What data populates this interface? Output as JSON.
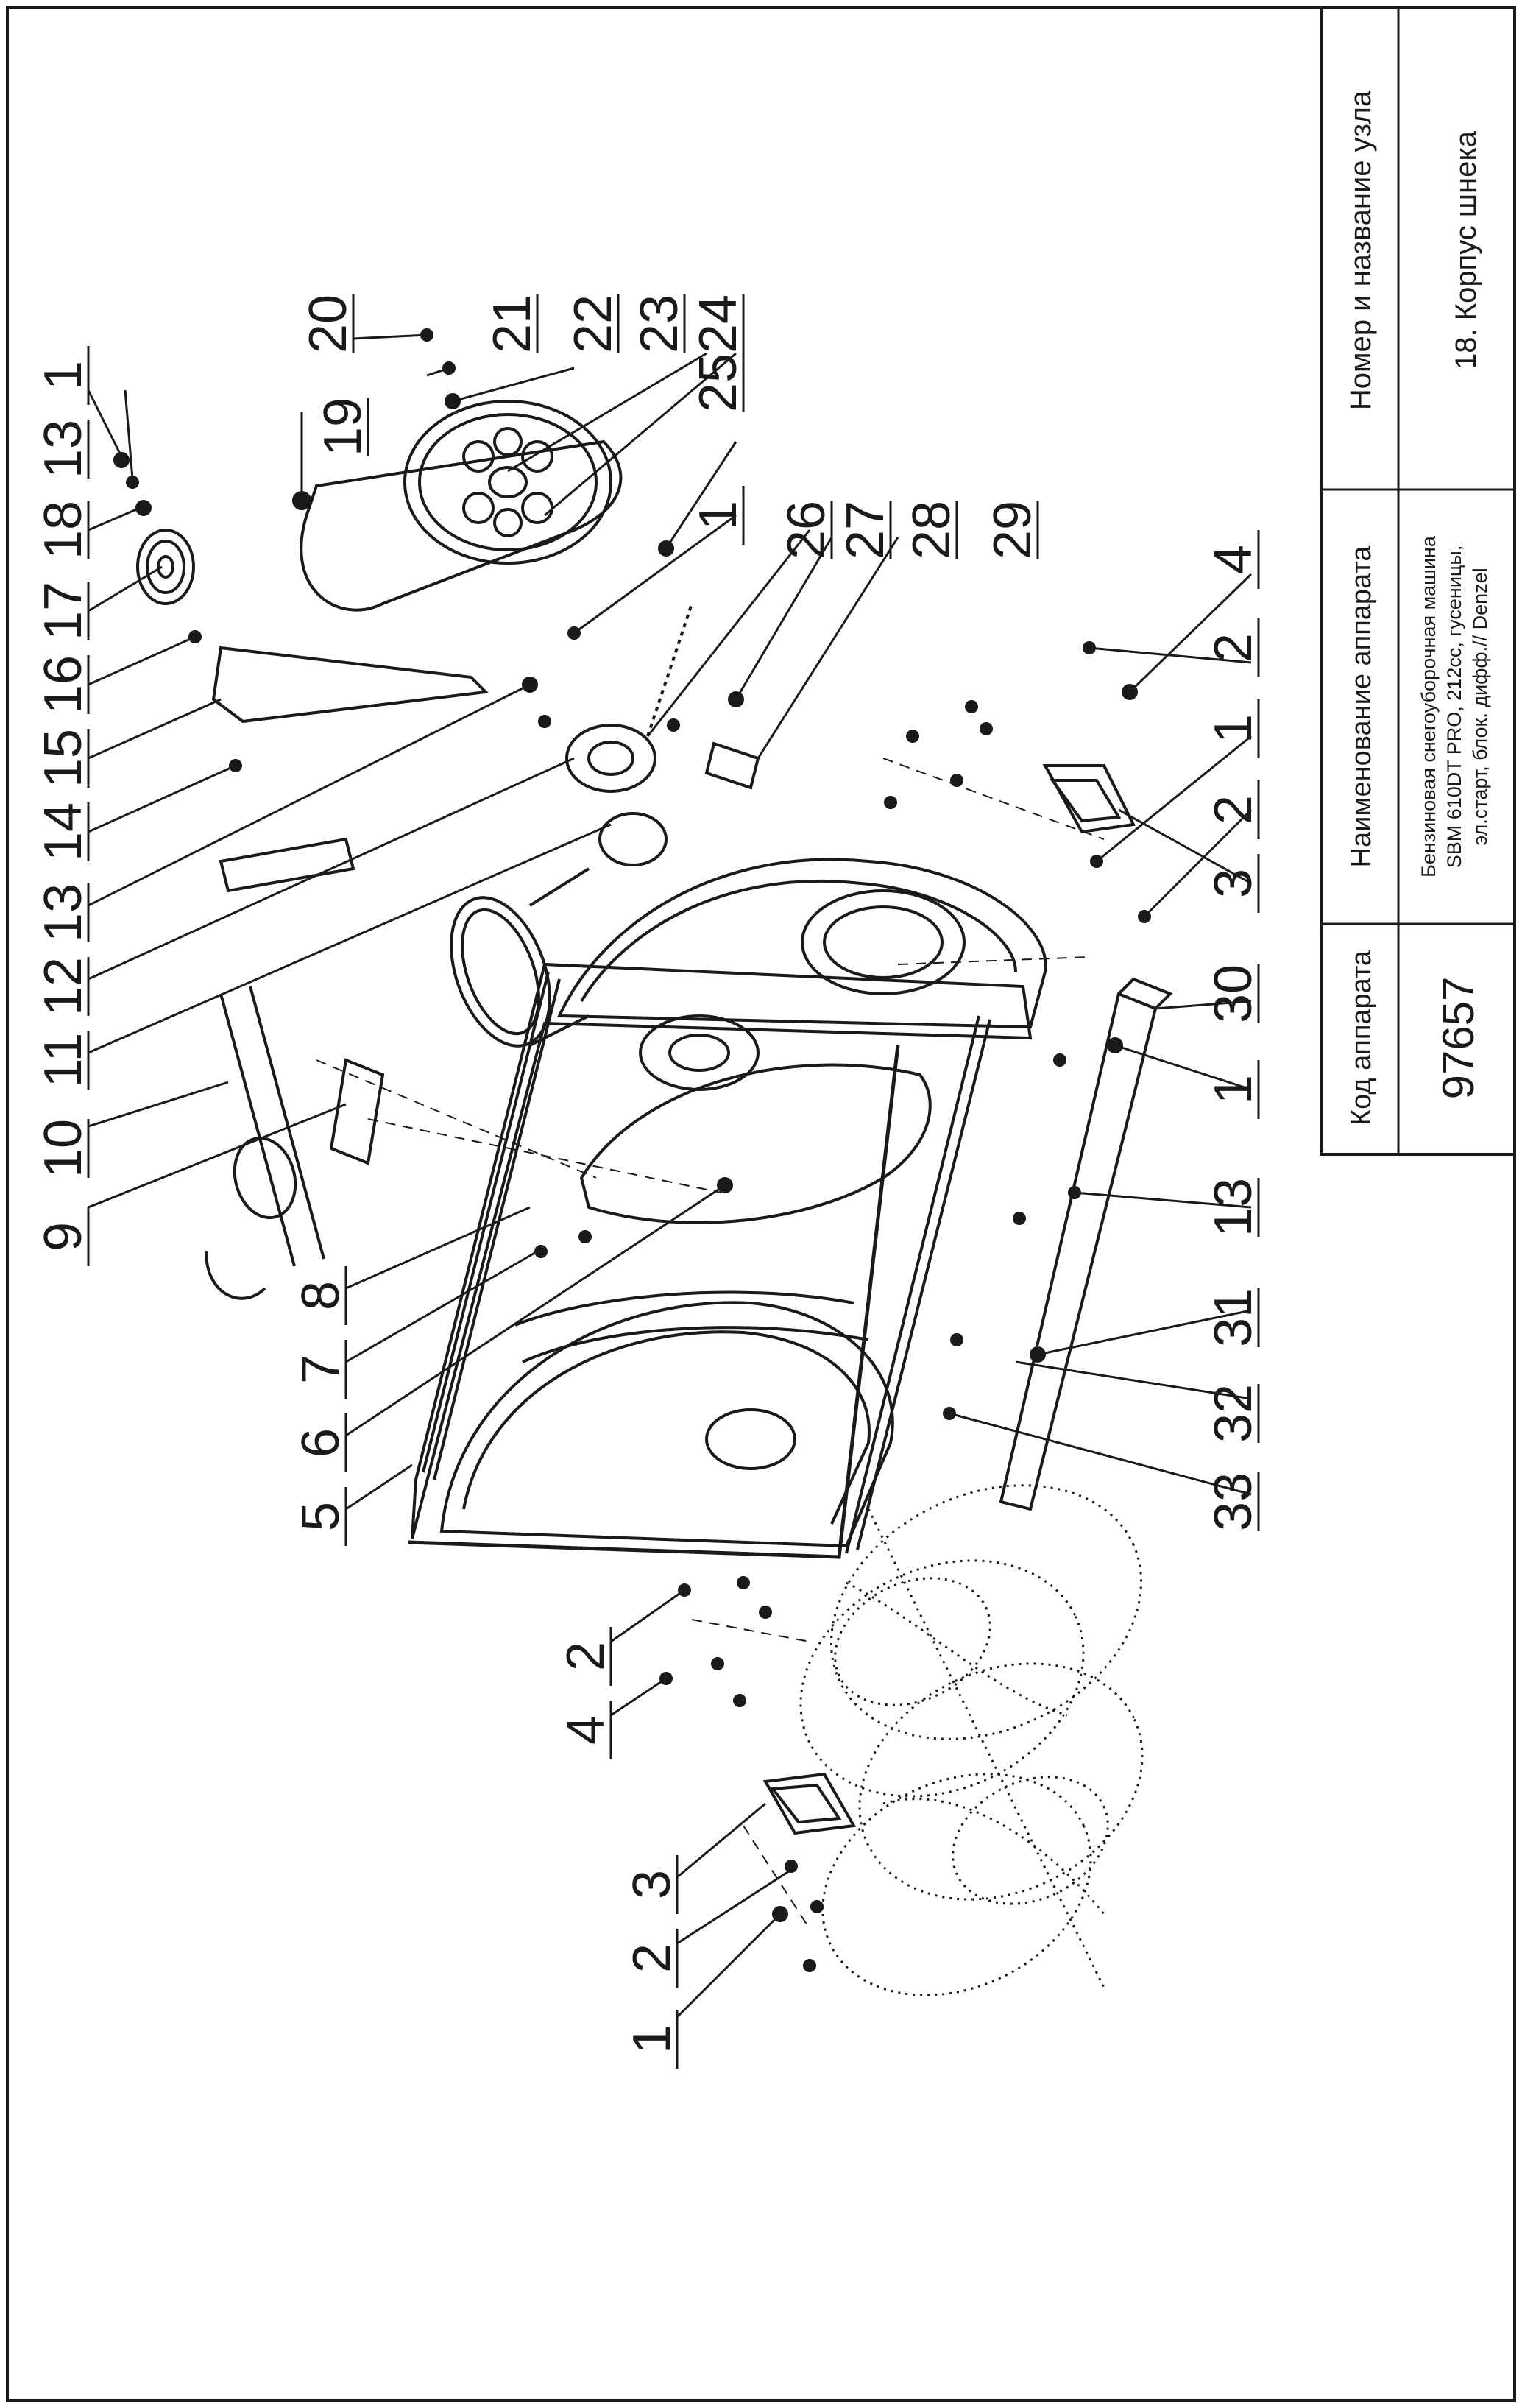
{
  "title_block": {
    "code_header": "Код аппарата",
    "code_value": "97657",
    "name_header": "Наименование аппарата",
    "name_lines": [
      "Бензиновая снегоуборочная машина",
      "SBM 610DT PRO, 212cc, гусеницы,",
      "эл.старт, блок. дифф.// Denzel"
    ],
    "node_header": "Номер и название узла",
    "node_value": "18. Корпус шнека"
  },
  "callouts": [
    {
      "text": "1"
    },
    {
      "text": "13"
    },
    {
      "text": "18"
    },
    {
      "text": "17"
    },
    {
      "text": "16"
    },
    {
      "text": "15"
    },
    {
      "text": "14"
    },
    {
      "text": "13"
    },
    {
      "text": "12"
    },
    {
      "text": "11"
    },
    {
      "text": "10"
    },
    {
      "text": "9"
    },
    {
      "text": "8"
    },
    {
      "text": "7"
    },
    {
      "text": "6"
    },
    {
      "text": "5"
    },
    {
      "text": "2"
    },
    {
      "text": "4"
    },
    {
      "text": "3"
    },
    {
      "text": "2"
    },
    {
      "text": "1"
    },
    {
      "text": "19"
    },
    {
      "text": "20"
    },
    {
      "text": "21"
    },
    {
      "text": "22"
    },
    {
      "text": "23"
    },
    {
      "text": "24"
    },
    {
      "text": "25"
    },
    {
      "text": "1"
    },
    {
      "text": "26"
    },
    {
      "text": "27"
    },
    {
      "text": "28"
    },
    {
      "text": "29"
    },
    {
      "text": "4"
    },
    {
      "text": "2"
    },
    {
      "text": "1"
    },
    {
      "text": "2"
    },
    {
      "text": "3"
    },
    {
      "text": "30"
    },
    {
      "text": "1"
    },
    {
      "text": "13"
    },
    {
      "text": "31"
    },
    {
      "text": "32"
    },
    {
      "text": "33"
    }
  ],
  "colors": {
    "ink": "#1a1a1a",
    "paper": "#ffffff"
  }
}
